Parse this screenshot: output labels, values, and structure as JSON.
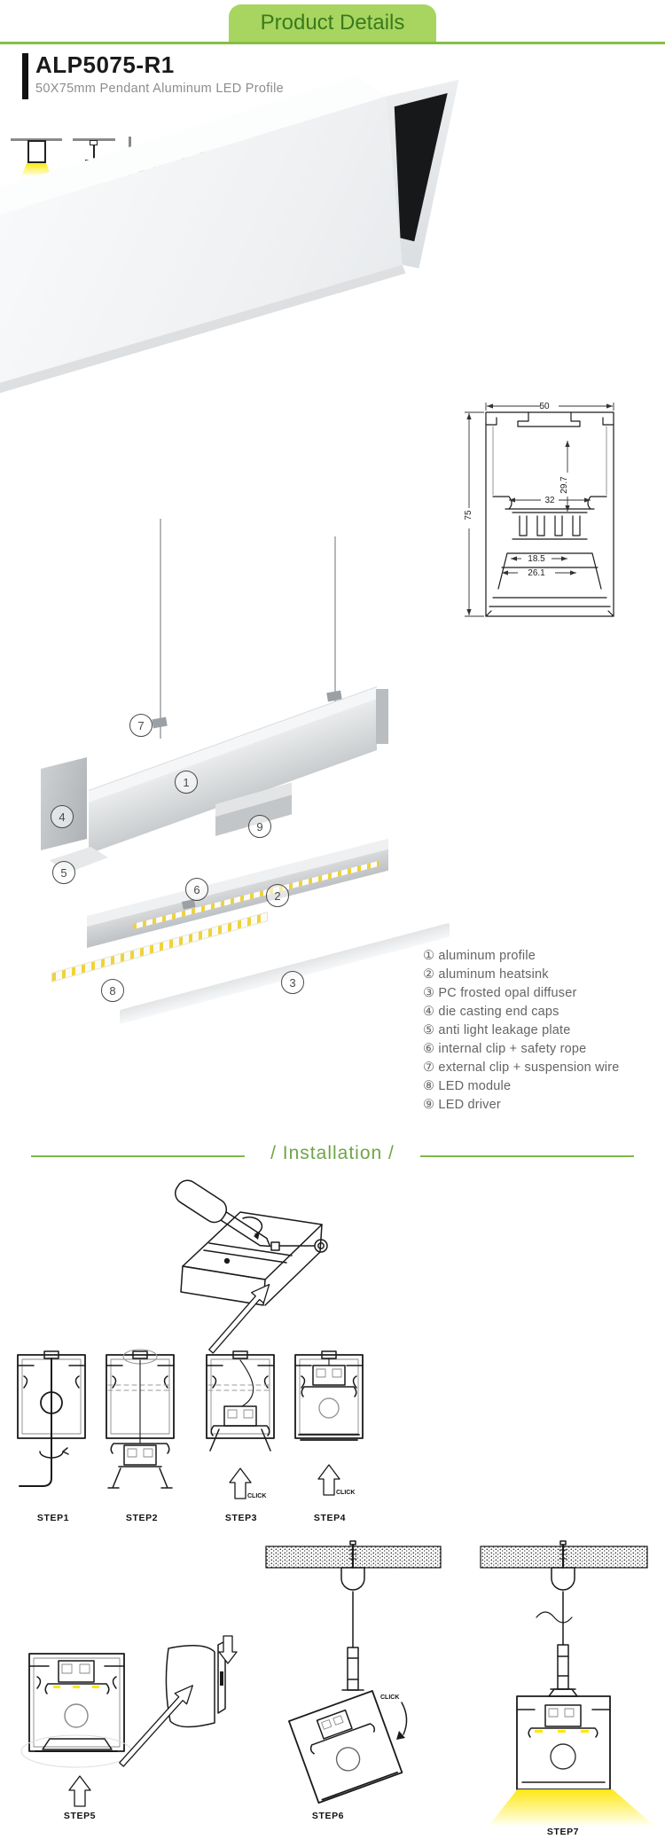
{
  "header": {
    "tab_label": "Product Details"
  },
  "product": {
    "model": "ALP5075-R1",
    "subtitle": "50X75mm Pendant Aluminum LED Profile"
  },
  "mount_icons": [
    "recessed-mount-icon",
    "pendant-mount-icon",
    "wall-mount-icon",
    "corner-mount-icon"
  ],
  "drawing": {
    "dims": {
      "width": "50",
      "height": "75",
      "inner_height": "29.7",
      "inner_width": "32",
      "slot": "18.5",
      "opening": "26.1"
    }
  },
  "exploded": {
    "nums": [
      "1",
      "2",
      "3",
      "4",
      "5",
      "6",
      "7",
      "8",
      "9"
    ]
  },
  "parts_list": {
    "items": [
      "① aluminum profile",
      "② aluminum heatsink",
      "③ PC frosted opal diffuser",
      "④ die casting end caps",
      "⑤ anti light leakage plate",
      "⑥ internal clip + safety rope",
      "⑦ external clip + suspension wire",
      "⑧ LED module",
      "⑨ LED driver"
    ]
  },
  "installation": {
    "heading": "/ Installation /",
    "click_label": "CLICK",
    "steps": [
      "STEP1",
      "STEP2",
      "STEP3",
      "STEP4",
      "STEP5",
      "STEP6",
      "STEP7"
    ]
  },
  "colors": {
    "tab_bg": "#a7d55f",
    "tab_text": "#3a7a1e",
    "green_line": "#84bf40",
    "heading_green": "#6fa546",
    "light_yellow": "#ffe600"
  }
}
